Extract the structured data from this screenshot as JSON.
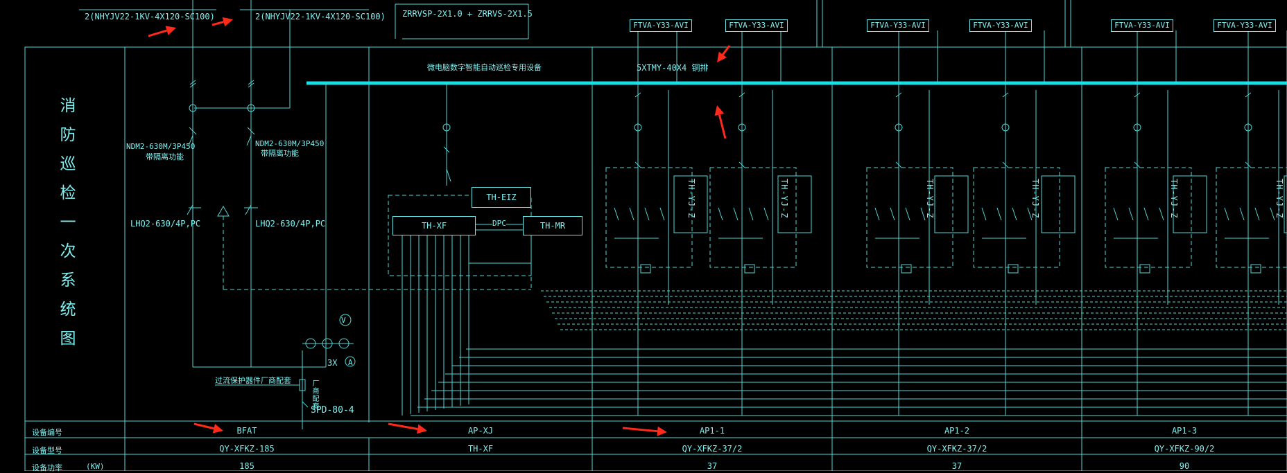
{
  "top": {
    "cable_label_1": "2(NHYJV22-1KV-4X120-SC100)",
    "cable_label_2": "2(NHYJV22-1KV-4X120-SC100)",
    "control_cable": "ZRRVSP-2X1.0 + ZRRVS-2X1.5",
    "bus_label": "5XTMY-40X4 铜排",
    "device_label": "微电脑数字智能自动巡检专用设备"
  },
  "title_chars": [
    "消",
    "防",
    "巡",
    "检",
    "一",
    "次",
    "系",
    "统",
    "图"
  ],
  "left_panel": {
    "breaker_1": "NDM2-630M/3P450",
    "breaker_1_note": "带隔离功能",
    "breaker_2": "NDM2-630M/3P450",
    "breaker_2_note": "带隔离功能",
    "switch_1": "LHQ2-630/4P,PC",
    "switch_2": "LHQ2-630/4P,PC",
    "meter_v": "V",
    "meter_a_count": "3X",
    "meter_a": "A",
    "spd_note": "过流保护器件厂商配套",
    "spd_vertical": "厂商配套",
    "spd": "SPD-80-4"
  },
  "controller": {
    "eiz": "TH-EIZ",
    "xf": "TH-XF",
    "mr": "TH-MR",
    "dpc": "DPC"
  },
  "feeders": [
    {
      "box1": "FTVA-Y33-AVI",
      "box2": "FTVA-Y33-AVI",
      "unit": "TH-YJ-Z"
    },
    {
      "box1": "FTVA-Y33-AVI",
      "box2": "FTVA-Y33-AVI",
      "unit": "TH-YJ-Z"
    },
    {
      "box1": "FTVA-Y33-AVI",
      "box2": "FTVA-Y33-AVI",
      "unit": "TH-YJ-Z"
    }
  ],
  "table": {
    "row_labels": [
      "设备编号",
      "设备型号",
      "设备功率"
    ],
    "power_unit": "(KW)",
    "columns": [
      {
        "id": "BFAT",
        "model": "QY-XFKZ-185",
        "power": "185"
      },
      {
        "id": "AP-XJ",
        "model": "TH-XF",
        "power": ""
      },
      {
        "id": "AP1-1",
        "model": "QY-XFKZ-37/2",
        "power": "37"
      },
      {
        "id": "AP1-2",
        "model": "QY-XFKZ-37/2",
        "power": "37"
      },
      {
        "id": "AP1-3",
        "model": "QY-XFKZ-90/2",
        "power": "90"
      }
    ]
  },
  "colors": {
    "line": "#4fd9d9",
    "bus": "#19e0e6",
    "text": "#7ff0f0",
    "arrow": "#ff2a1a",
    "background": "#000000"
  }
}
